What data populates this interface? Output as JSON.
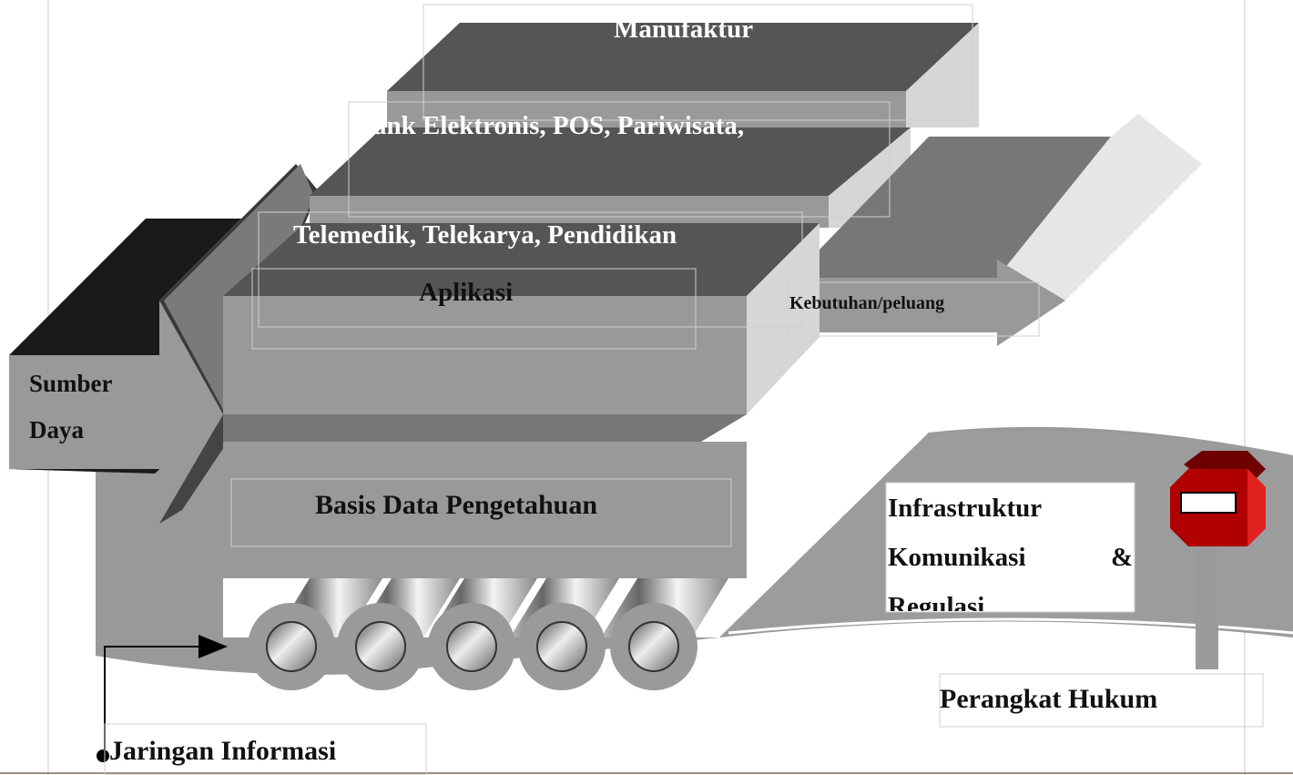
{
  "layers": {
    "manufacturing": "Manufaktur",
    "services": "ank Elektronis, POS, Pariwisata,",
    "social": "Telemedik, Telekarya, Pendidikan",
    "applications": "Aplikasi",
    "knowledge_base": "Basis Data Pengetahuan"
  },
  "inputs": {
    "resources_line1": "Sumber",
    "resources_line2": "Daya"
  },
  "outputs": {
    "needs": "Kebutuhan/peluang"
  },
  "infrastructure": {
    "line1": "Infrastruktur",
    "line2a": "Komunikasi",
    "line2b": "&",
    "line3": "Regulasi"
  },
  "legal": "Perangkat Hukum",
  "network": "Jaringan Informasi",
  "colors": {
    "dark_top": "#555555",
    "front_face": "#999999",
    "side_face": "#d6d6d6",
    "black_arrow": "#1a1a1a",
    "stop_sign": "#b00000"
  }
}
